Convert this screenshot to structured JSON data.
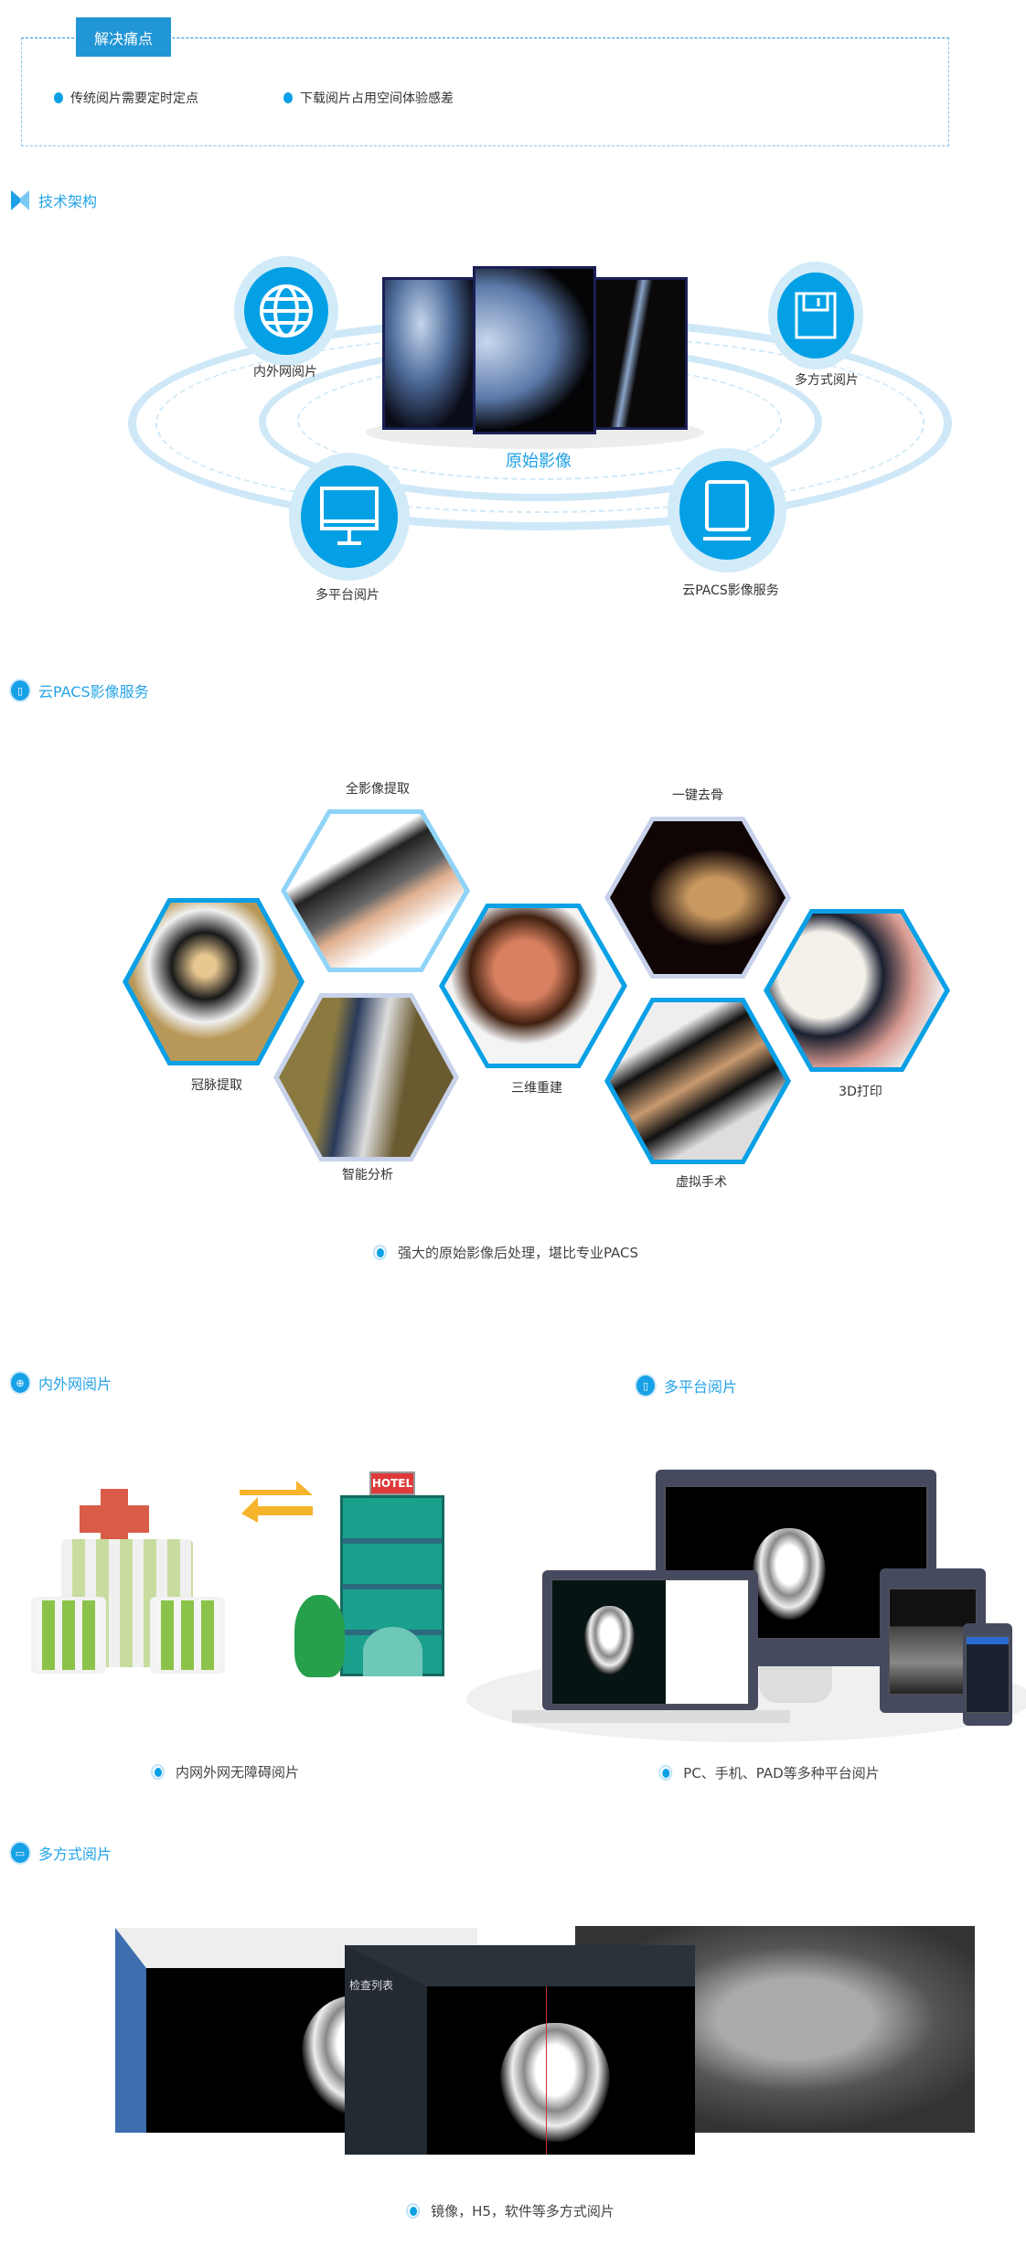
{
  "pain": {
    "title": "解决痛点",
    "items": [
      "传统阅片需要定时定点",
      "下载阅片占用空间体验感差"
    ]
  },
  "arch": {
    "title": "技术架构",
    "center": "原始影像",
    "nodes": [
      "内外网阅片",
      "多方式阅片",
      "多平台阅片",
      "云PACS影像服务"
    ]
  },
  "pacs": {
    "title": "云PACS影像服务",
    "features": [
      "冠脉提取",
      "全影像提取",
      "智能分析",
      "三维重建",
      "一键去骨",
      "虚拟手术",
      "3D打印"
    ],
    "caption": "强大的原始影像后处理，堪比专业PACS"
  },
  "network": {
    "title": "内外网阅片",
    "hotel": "HOTEL",
    "caption": "内网外网无障碍阅片"
  },
  "platform": {
    "title": "多平台阅片",
    "caption": "PC、手机、PAD等多种平台阅片"
  },
  "modes": {
    "title": "多方式阅片",
    "list_title": "检查列表",
    "caption": "镜像，H5，软件等多方式阅片"
  }
}
